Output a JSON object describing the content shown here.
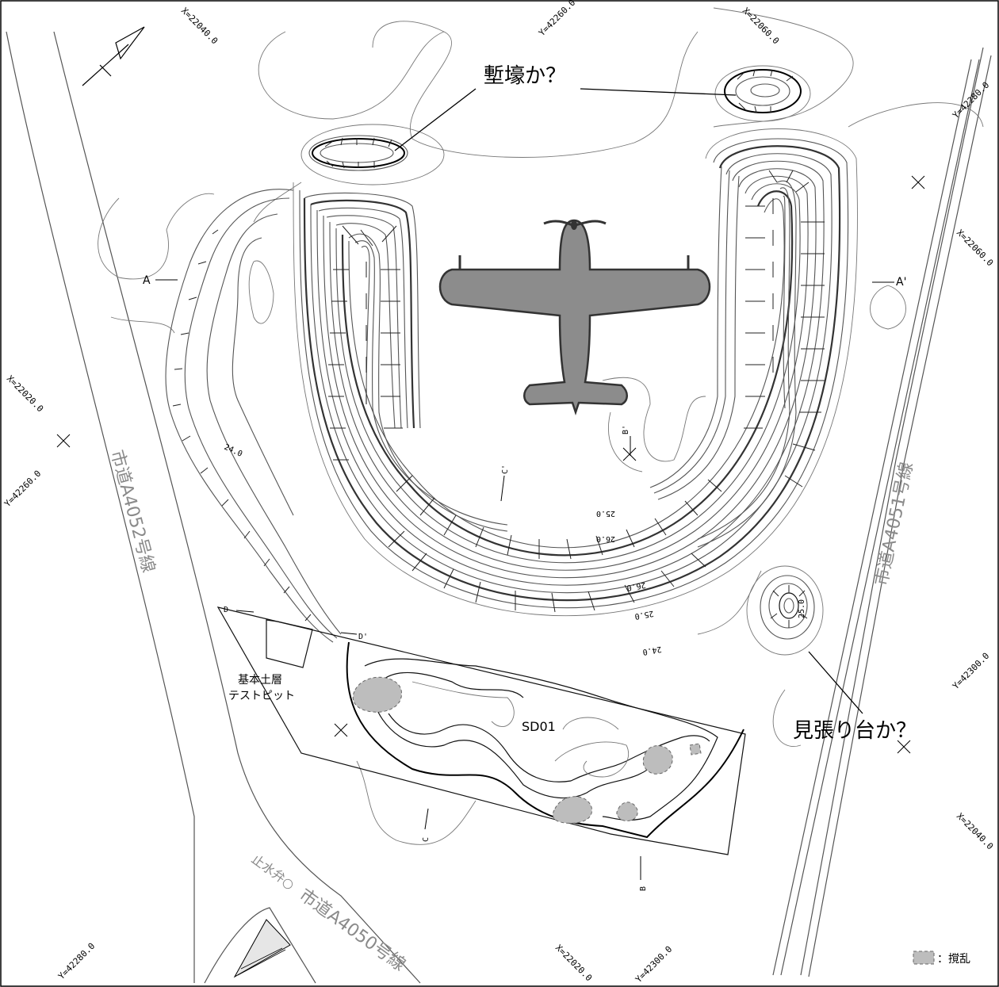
{
  "grid_labels": {
    "x22040_top": "X=22040.0",
    "y42260_top": "Y=42260.0",
    "x22060_top": "X=22060.0",
    "y42280_right": "Y=42280.0",
    "x22060_right": "X=22060.0",
    "x22020_left": "X=22020.0",
    "y42260_left": "Y=42260.0",
    "y42300_right": "Y=42300.0",
    "x22040_right": "X=22040.0",
    "y42280_bottom": "Y=42280.0",
    "x22020_bottom": "X=22020.0",
    "y42300_bottom": "Y=42300.0"
  },
  "roads": {
    "left": "市道A4052号線",
    "right": "市道A4051号線",
    "bottom": "市道A4050号線",
    "valve": "止水弁○"
  },
  "annotations": {
    "trench": "塹壕か？",
    "lookout": "見張り台か？"
  },
  "sections": {
    "a": "A",
    "a_prime": "A'",
    "b": "B",
    "b_prime": "B'",
    "c": "C",
    "c_prime": "C'",
    "d": "D",
    "d_prime": "D'"
  },
  "contours": {
    "c24_left": "24.0",
    "c25_top": "25.0",
    "c26": "26.0",
    "c26_lower": "26.0",
    "c25_lower": "25.0",
    "c24_lower": "24.0",
    "c25_lookout": "25.0"
  },
  "features": {
    "test_pit_line1": "基本土層",
    "test_pit_line2": "テストピット",
    "ditch": "SD01"
  },
  "legend": {
    "label": "：撹乱",
    "fill": "#bdbdbd"
  }
}
